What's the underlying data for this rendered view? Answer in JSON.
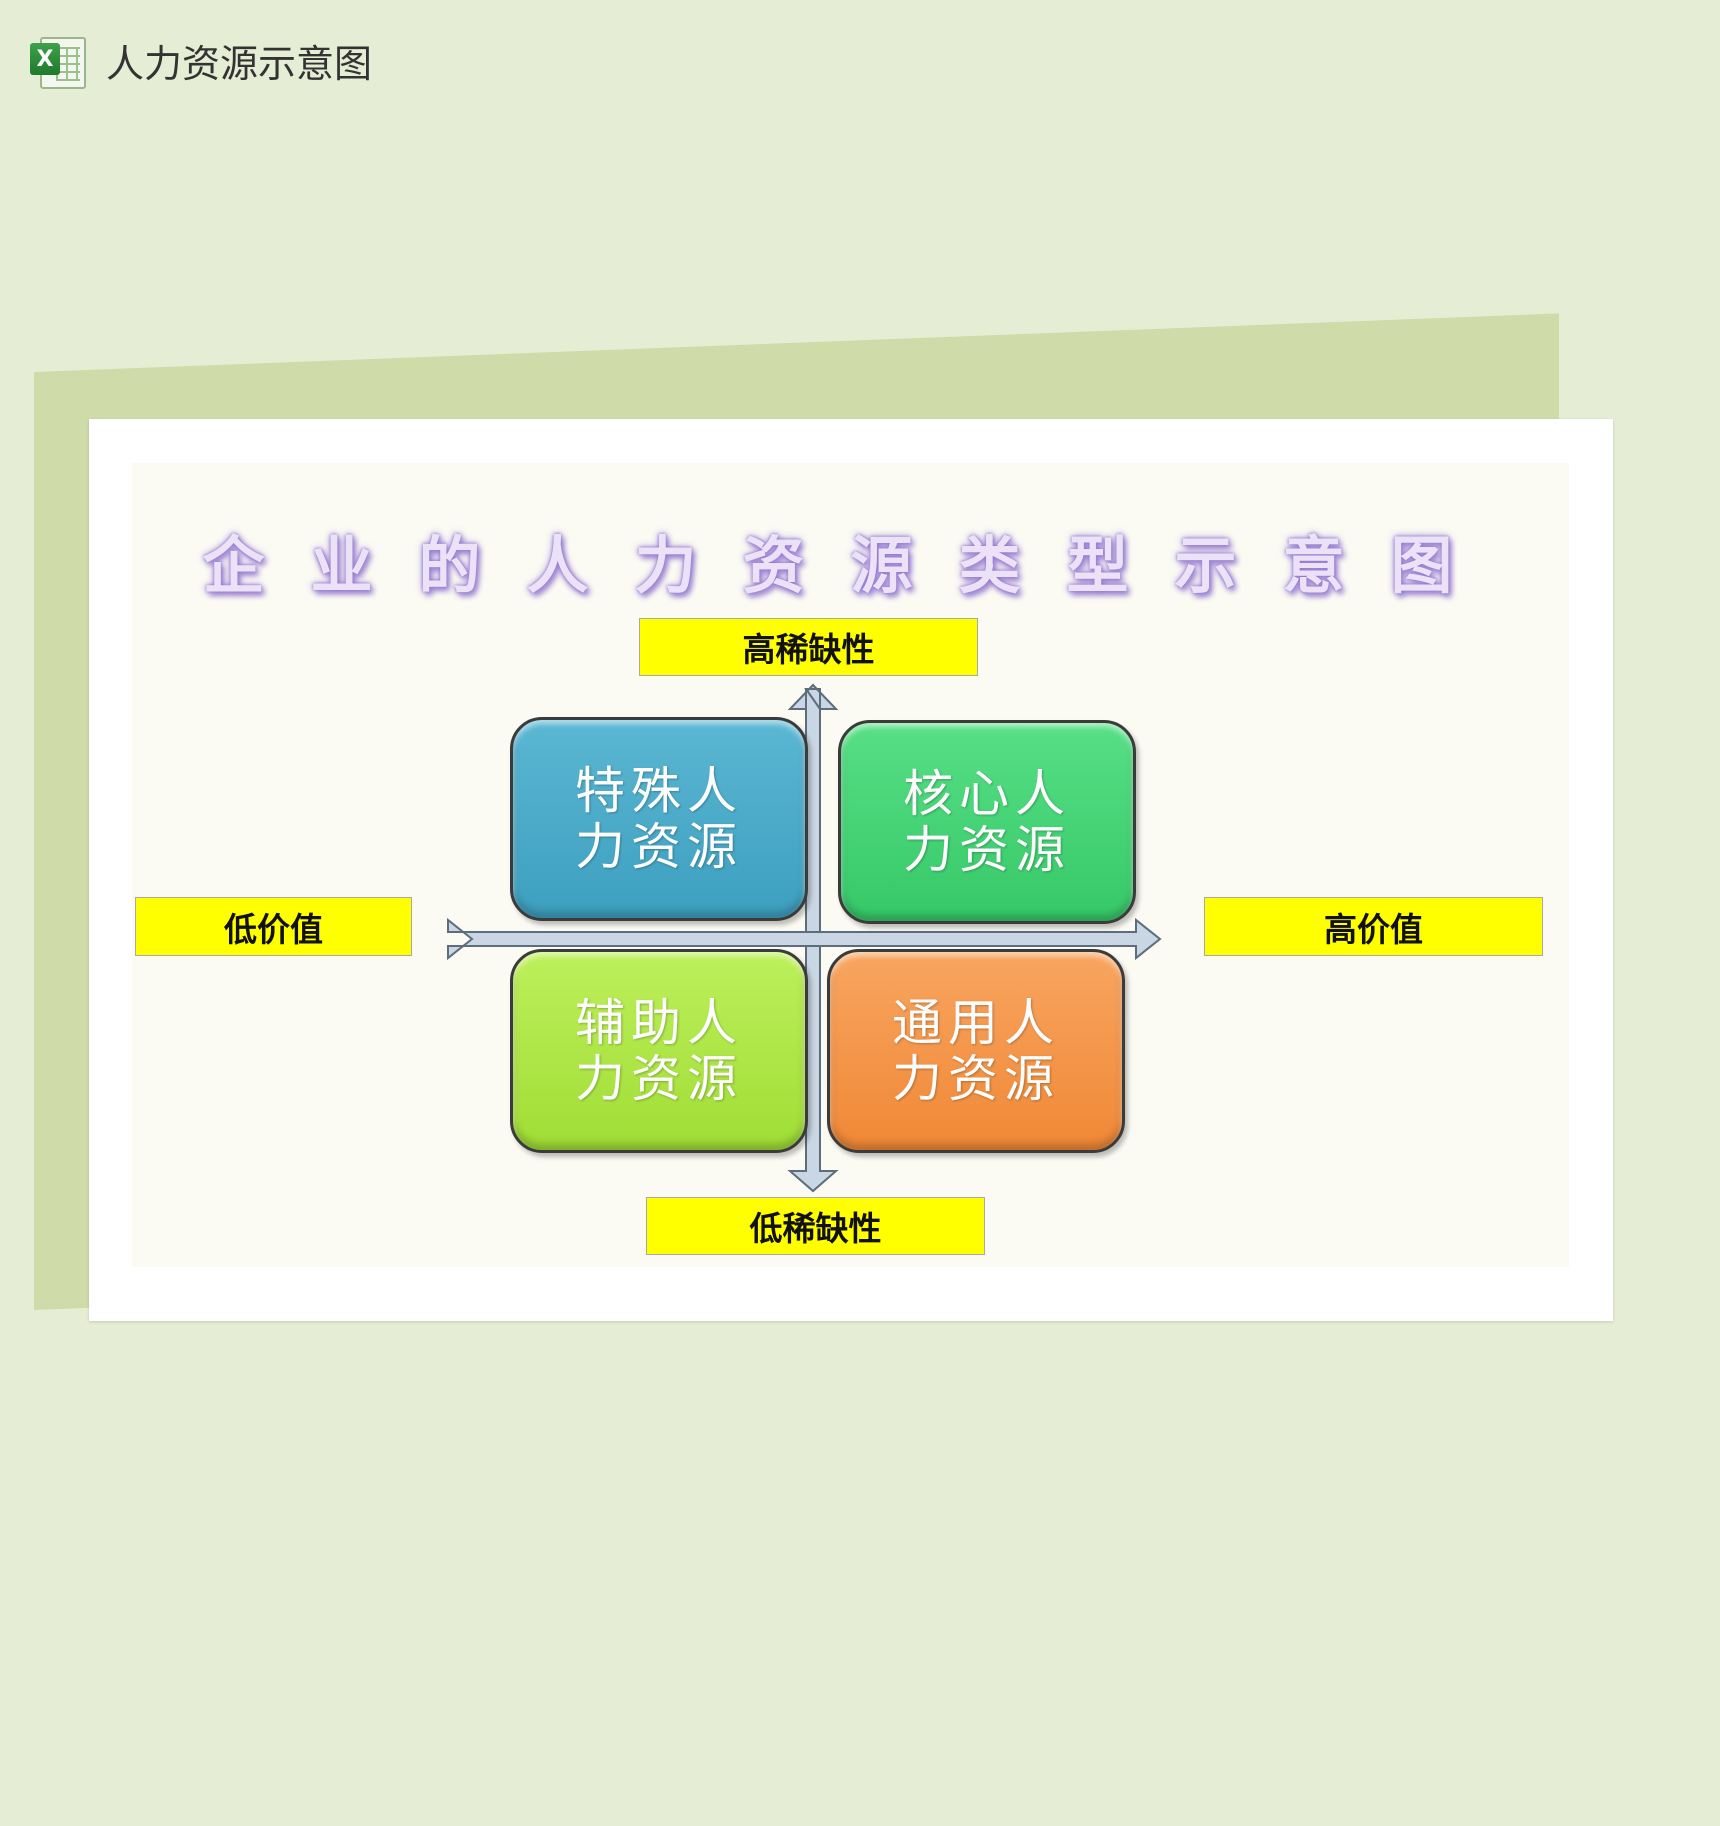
{
  "header": {
    "app_icon": "excel-icon",
    "app_icon_letter": "X",
    "title": "人力资源示意图"
  },
  "diagram": {
    "title": "企业的人力资源类型示意图",
    "axis_labels": {
      "top": "高稀缺性",
      "bottom": "低稀缺性",
      "left": "低价值",
      "right": "高价值"
    },
    "quadrants": {
      "top_left": {
        "line1": "特殊人",
        "line2": "力资源",
        "color": "#4aaac9"
      },
      "top_right": {
        "line1": "核心人",
        "line2": "力资源",
        "color": "#45d471"
      },
      "bottom_left": {
        "line1": "辅助人",
        "line2": "力资源",
        "color": "#ade944"
      },
      "bottom_right": {
        "line1": "通用人",
        "line2": "力资源",
        "color": "#f49447"
      }
    },
    "colors": {
      "label_fill": "#ffff00",
      "arrow_fill": "#c9d6e3",
      "title_glow": "#9a80cf",
      "background": "#e5eed4"
    }
  }
}
